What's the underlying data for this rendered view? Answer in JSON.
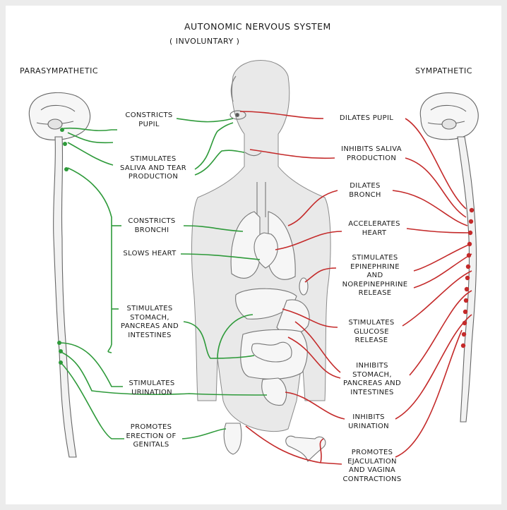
{
  "title": "AUTONOMIC NERVOUS SYSTEM",
  "subtitle": "( INVOLUNTARY )",
  "left_heading": "PARASYMPATHETIC",
  "right_heading": "SYMPATHETIC",
  "colors": {
    "parasympathetic": "#2e9a3a",
    "sympathetic": "#c42a2a",
    "body_fill": "#e9e9e9",
    "organ_fill": "#f6f6f6",
    "outline": "#777777"
  },
  "parasympathetic_effects": [
    {
      "id": "pupil",
      "text": "CONSTRICTS\nPUPIL"
    },
    {
      "id": "saliva",
      "text": "STIMULATES\nSALIVA AND TEAR\nPRODUCTION"
    },
    {
      "id": "bronchi",
      "text": "CONSTRICTS\nBRONCHI"
    },
    {
      "id": "heart",
      "text": "SLOWS HEART"
    },
    {
      "id": "digestion",
      "text": "STIMULATES\nSTOMACH,\nPANCREAS AND\nINTESTINES"
    },
    {
      "id": "urination",
      "text": "STIMULATES\nURINATION"
    },
    {
      "id": "genitals",
      "text": "PROMOTES\nERECTION OF\nGENITALS"
    }
  ],
  "sympathetic_effects": [
    {
      "id": "pupil",
      "text": "DILATES PUPIL"
    },
    {
      "id": "saliva",
      "text": "INHIBITS SALIVA\nPRODUCTION"
    },
    {
      "id": "bronch",
      "text": "DILATES\nBRONCH"
    },
    {
      "id": "heart",
      "text": "ACCELERATES\nHEART"
    },
    {
      "id": "adrenal",
      "text": "STIMULATES\nEPINEPHRINE\nAND\nNOREPINEPHRINE\nRELEASE"
    },
    {
      "id": "glucose",
      "text": "STIMULATES\nGLUCOSE\nRELEASE"
    },
    {
      "id": "digestion",
      "text": "INHIBITS\nSTOMACH,\nPANCREAS AND\nINTESTINES"
    },
    {
      "id": "urination",
      "text": "INHIBITS\nURINATION"
    },
    {
      "id": "reproduction",
      "text": "PROMOTES\nEJACULATION\nAND VAGINA\nCONTRACTIONS"
    }
  ]
}
